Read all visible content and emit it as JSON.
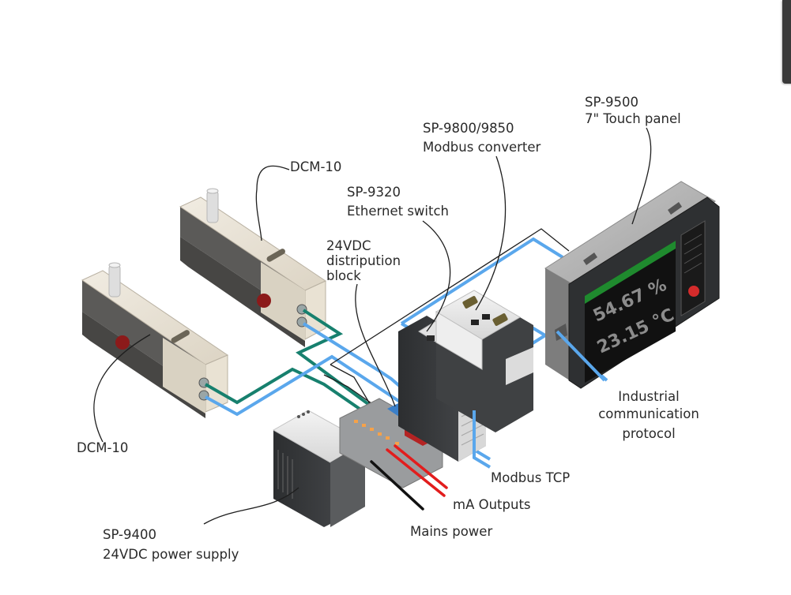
{
  "title": "System overview diagram",
  "colors": {
    "ethernet": "#5aa7ec",
    "sensor_cable": "#17806e",
    "signal_wire": "#222222",
    "ma_output": "#e21d1d",
    "mains": "#111111",
    "device_dark": "#3b3d3f",
    "device_light": "#e8e8e8",
    "sensor_body": "#ede6d8",
    "screen_header": "#1f8a2e"
  },
  "labels": {
    "dcm_top": "DCM-10",
    "dcm_bottom": "DCM-10",
    "touch_panel": {
      "model": "SP-9500",
      "name": "7\" Touch panel"
    },
    "modbus_converter": {
      "model": "SP-9800/9850",
      "name": "Modbus converter"
    },
    "ethernet_switch": {
      "model": "SP-9320",
      "name": "Ethernet switch"
    },
    "distribution_block": {
      "line1": "24VDC",
      "line2": "distripution",
      "line3": "block"
    },
    "power_supply": {
      "model": "SP-9400",
      "name": "24VDC power supply"
    },
    "industrial_protocol": {
      "line1": "Industrial",
      "line2": "communication",
      "line3": "protocol"
    },
    "modbus_tcp": "Modbus TCP",
    "ma_outputs": "mA Outputs",
    "mains_power": "Mains power"
  },
  "touch_panel_screen": {
    "value1": "54.67 %",
    "value2": "23.15 °C"
  },
  "icons": {
    "scrollbar": "scrollbar-thumb"
  }
}
